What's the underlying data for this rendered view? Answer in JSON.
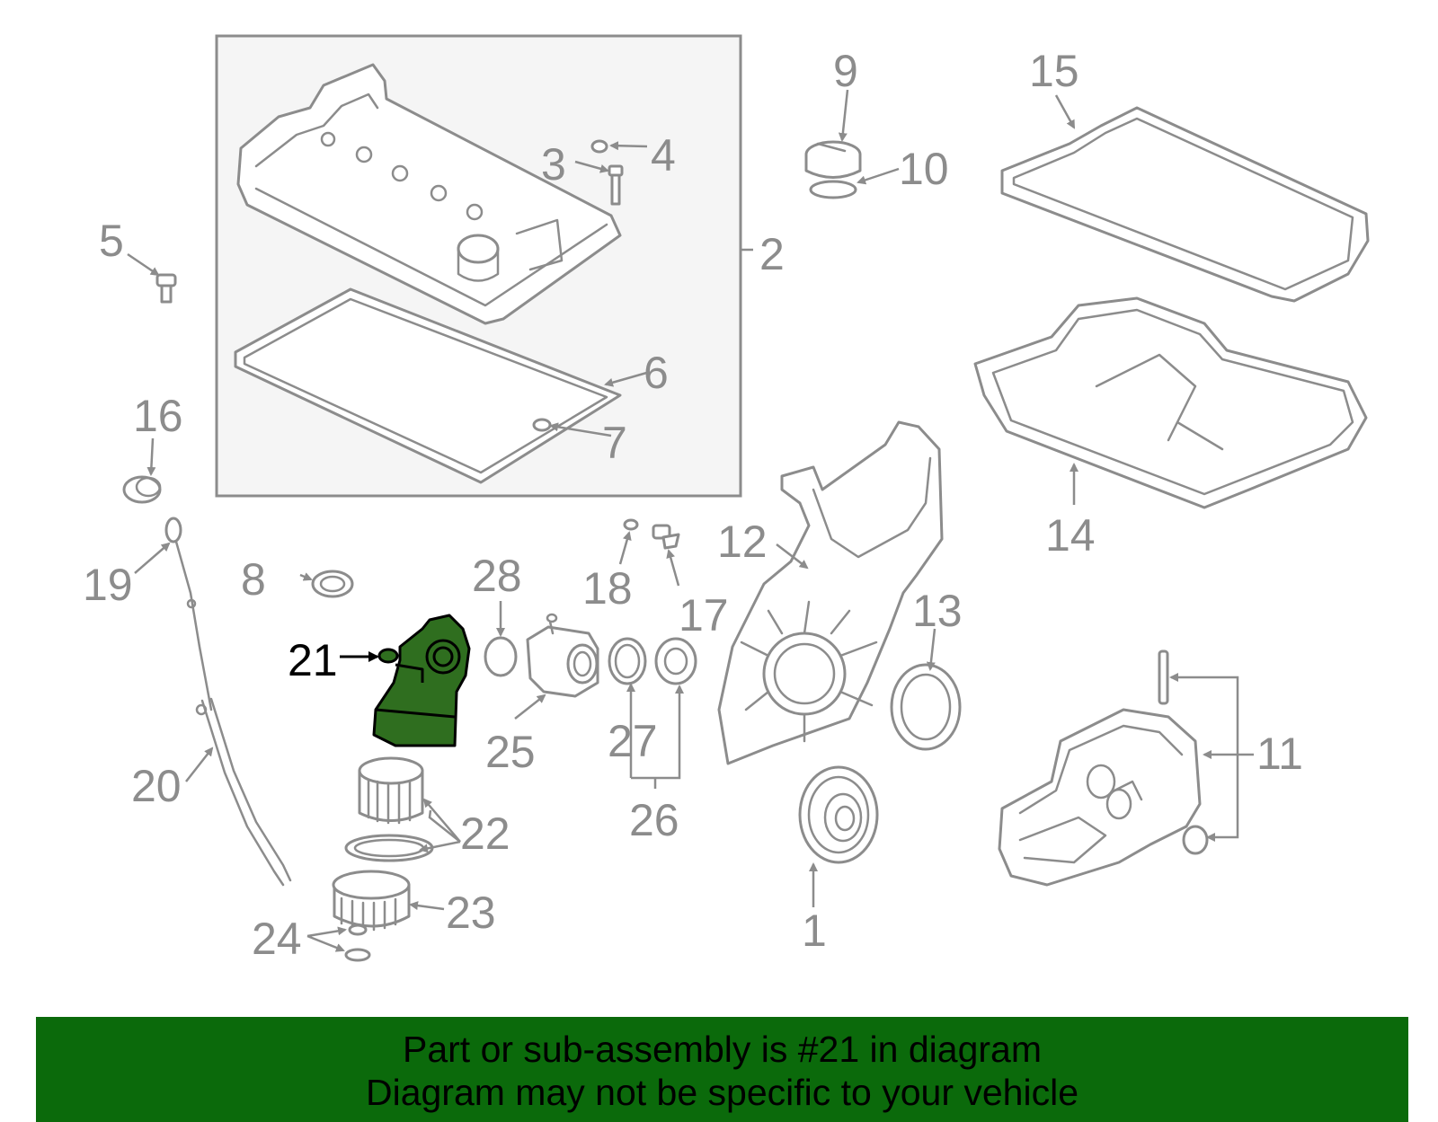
{
  "callouts": {
    "c1": "1",
    "c2": "2",
    "c3": "3",
    "c4": "4",
    "c5": "5",
    "c6": "6",
    "c7": "7",
    "c8": "8",
    "c9": "9",
    "c10": "10",
    "c11": "11",
    "c12": "12",
    "c13": "13",
    "c14": "14",
    "c15": "15",
    "c16": "16",
    "c17": "17",
    "c18": "18",
    "c19": "19",
    "c20": "20",
    "c21": "21",
    "c22": "22",
    "c23": "23",
    "c24": "24",
    "c25": "25",
    "c26": "26",
    "c27": "27",
    "c28": "28"
  },
  "highlighted_part": "21",
  "colors": {
    "highlight_fill": "#2f6e1f",
    "banner_background": "#0b6a0b",
    "line_gray": "#8c8c8c"
  },
  "banner": {
    "line1": "Part or sub-assembly is #21 in diagram",
    "line2": "Diagram may not be specific to your vehicle"
  }
}
